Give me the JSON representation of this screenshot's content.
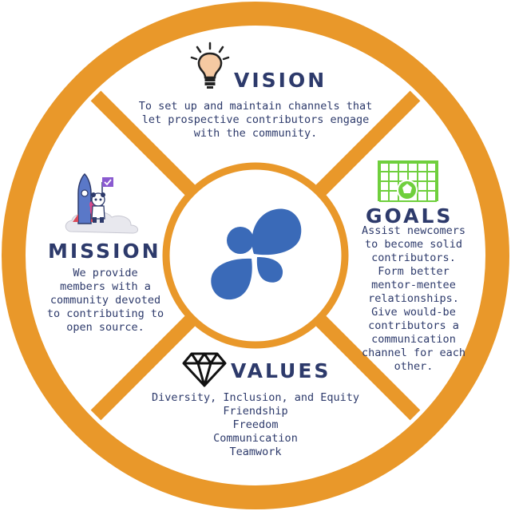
{
  "vision": {
    "title": "VISION",
    "lines": [
      "To set up and maintain channels that",
      "let prospective contributors engage",
      "with the community."
    ],
    "icon": "lightbulb-icon"
  },
  "goals": {
    "title": "GOALS",
    "lines": [
      "Assist newcomers",
      "to become solid",
      "contributors.",
      "Form better",
      "mentor-mentee",
      "relationships.",
      "Give would-be",
      "contributors a",
      "communication",
      "channel for each",
      "other."
    ],
    "icon": "soccer-goal-icon"
  },
  "mission": {
    "title": "MISSION",
    "lines": [
      "We provide",
      "members with a",
      "community devoted",
      "to contributing to",
      "open source."
    ],
    "icon": "rocket-panda-icon"
  },
  "values": {
    "title": "VALUES",
    "lines": [
      "Diversity, Inclusion, and Equity",
      "Friendship",
      "Freedom",
      "Communication",
      "Teamwork"
    ],
    "icon": "diamond-icon"
  },
  "center": {
    "icon": "logo-blobs-icon"
  },
  "colors": {
    "ring": "#e9982a",
    "text": "#2d3a6b",
    "logo": "#3a6ab8",
    "goal": "#6fcf3d"
  }
}
